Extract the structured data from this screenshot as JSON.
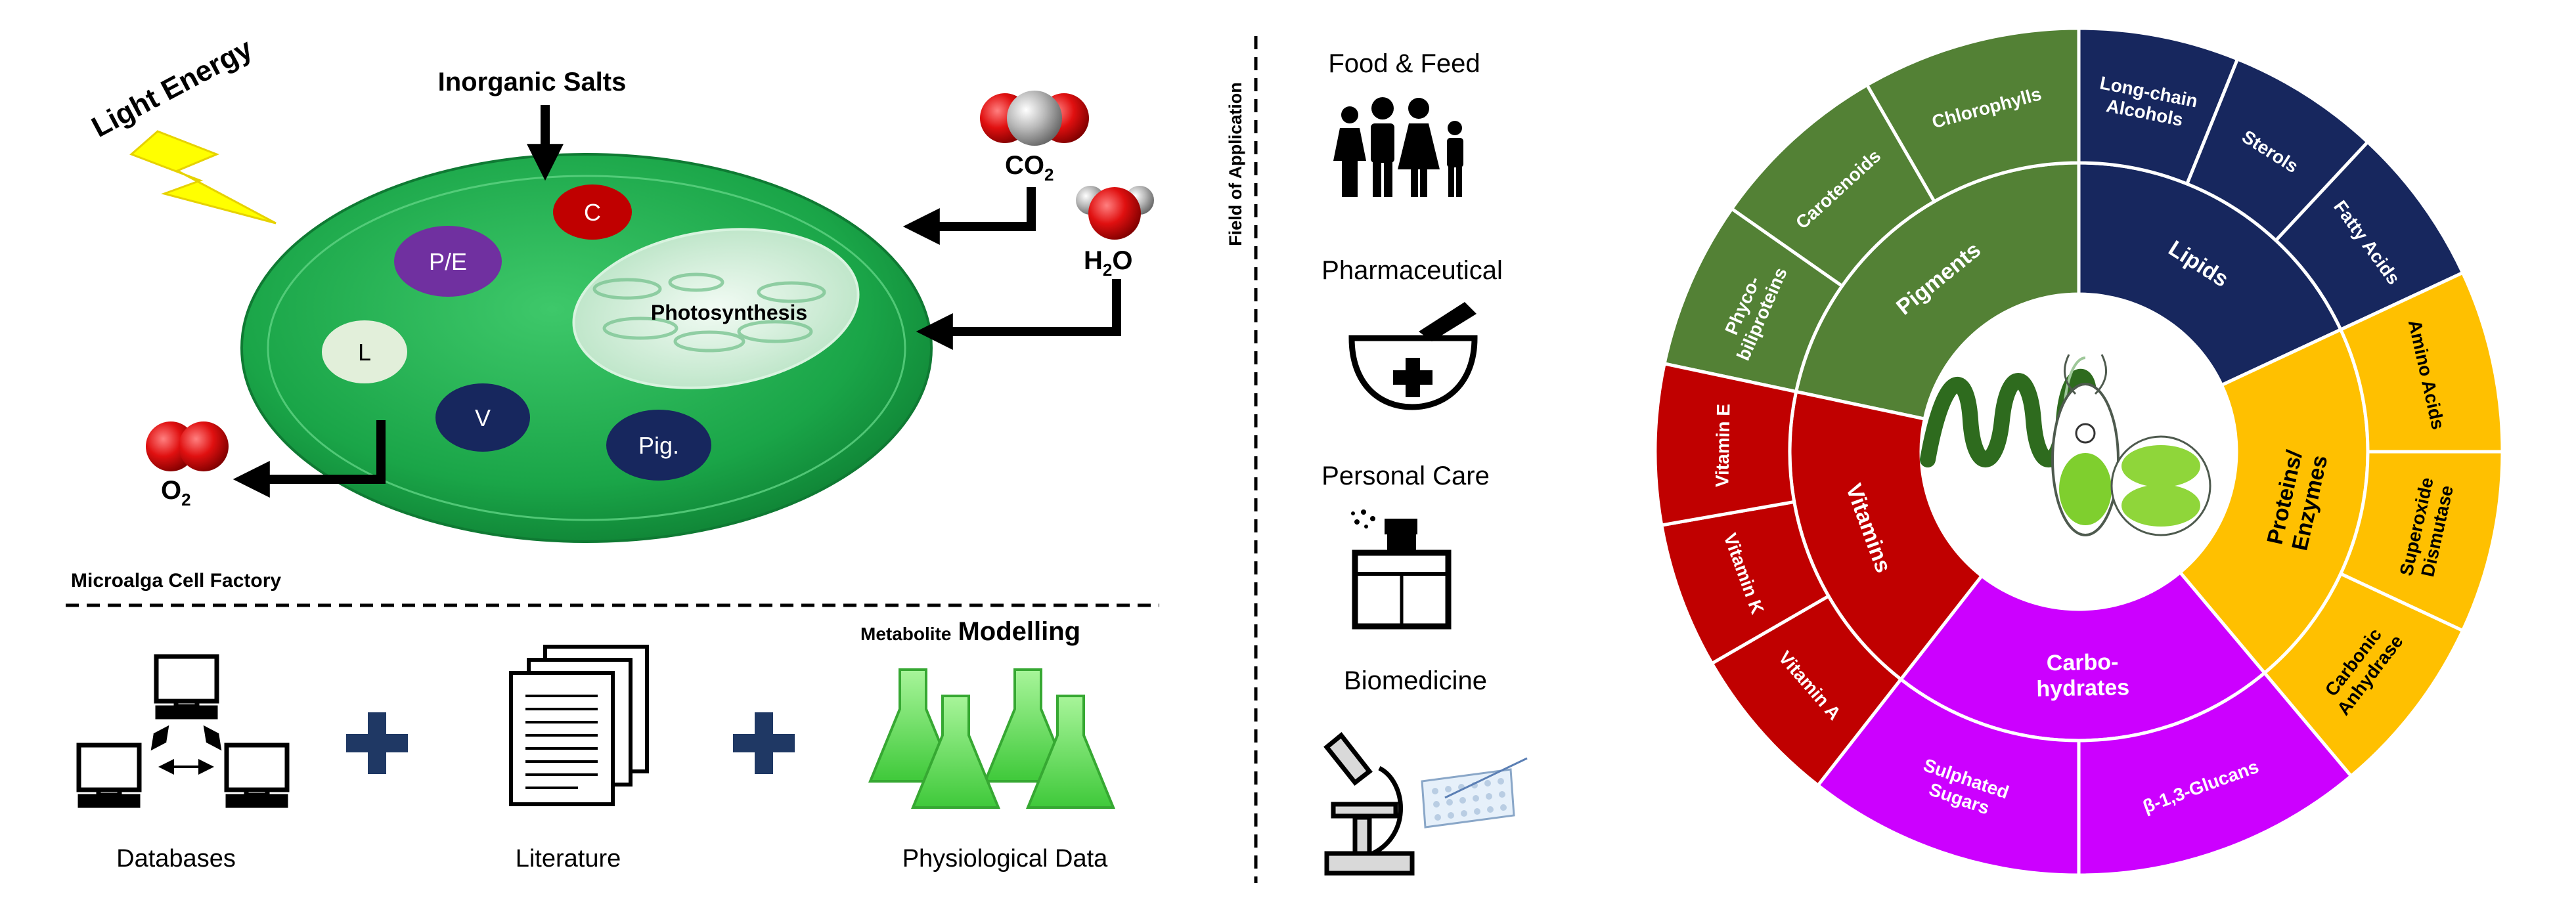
{
  "cell": {
    "light_energy": "Light Energy",
    "inorganic_salts": "Inorganic Salts",
    "co2_main": "CO",
    "co2_sub": "2",
    "h2o_main_a": "H",
    "h2o_sub": "2",
    "h2o_main_b": "O",
    "o2_main": "O",
    "o2_sub": "2",
    "photosynthesis": "Photosynthesis",
    "organelles": {
      "c": "C",
      "pe": "P/E",
      "l": "L",
      "v": "V",
      "pig": "Pig."
    },
    "factory_label": "Microalga Cell Factory"
  },
  "modelling": {
    "title_small": "Metabolite",
    "title_large": "Modelling",
    "databases": "Databases",
    "literature": "Literature",
    "physiological": "Physiological Data"
  },
  "applications": {
    "axis_label": "Field of Application",
    "items": [
      "Food & Feed",
      "Pharmaceutical",
      "Personal Care",
      "Biomedicine"
    ]
  },
  "wheel": {
    "groups": [
      {
        "label": [
          "Pigments"
        ],
        "color": "#538135",
        "items": [
          [
            "Chlorophylls"
          ],
          [
            "Carotenoids"
          ],
          [
            "Phyco-",
            "biliproteins"
          ]
        ]
      },
      {
        "label": [
          "Lipids"
        ],
        "color": "#17275e",
        "items": [
          [
            "Long-chain",
            "Alcohols"
          ],
          [
            "Sterols"
          ],
          [
            "Fatty Acids"
          ]
        ]
      },
      {
        "label": [
          "Proteins/",
          "Enzymes"
        ],
        "color": "#ffc000",
        "items": [
          [
            "Amino Acids"
          ],
          [
            "Superoxide",
            "Dismutase"
          ],
          [
            "Carbonic",
            "Anhydrase"
          ]
        ]
      },
      {
        "label": [
          "Carbo-",
          "hydrates"
        ],
        "color": "#cc00ff",
        "items": [
          [
            "β-1,3-Glucans"
          ],
          [
            "Sulphated",
            "Sugars"
          ]
        ]
      },
      {
        "label": [
          "Vitamins"
        ],
        "color": "#c00000",
        "items": [
          [
            "Vitamin A"
          ],
          [
            "Vitamin K"
          ],
          [
            "Vitamin E"
          ]
        ]
      }
    ]
  },
  "colors": {
    "cell_green": "#18a84a",
    "organelle_red": "#c00000",
    "organelle_purple": "#7030a0",
    "organelle_navy": "#17275e",
    "plus_blue": "#1f3864",
    "lightning": "#ffff00",
    "flask_green": "#66e05a"
  }
}
